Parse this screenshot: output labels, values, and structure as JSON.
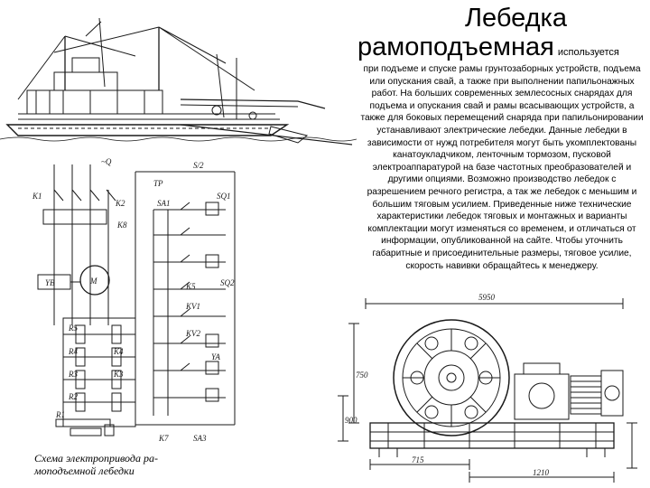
{
  "title": {
    "line1": "Лебедка",
    "line2": "рамоподъемная",
    "note": "используется"
  },
  "body": {
    "paragraph": "при подъеме и спуске рамы грунтозаборных устройств, подъема или опускания свай, а также при выполнении папильонажных работ. На больших современных землесосных снарядах для подъема и опускания свай и рамы всасывающих устройств, а также для боковых перемещений снаряда при папильонировании устанавливают электрические лебедки. Данные лебедки в зависимости от нужд потребителя могут быть укомплектованы канатоукладчиком, ленточным тормозом, пусковой электроаппаратурой на базе частотных преобразователей и другими опциями. Возможно производство лебедок с разрешением речного регистра, а так же лебедок с меньшим и большим тяговым усилием. Приведенные ниже технические характеристики лебедок тяговых и монтажных и варианты комплектации могут изменяться со временем, и отличаться от информации, опубликованной на сайте. Чтобы уточнить габаритные и присоединительные размеры, тяговое усилие, скорость навивки обращайтесь к менеджеру."
  },
  "caption": {
    "line1": "Схема электропривода ра-",
    "line2": "моподъемной лебедки"
  },
  "schematic_labels": {
    "q": "~Q",
    "k1": "K1",
    "k2": "K2",
    "k3": "K3",
    "k4": "K4",
    "k5": "K5",
    "kt": "K7",
    "k8": "K8",
    "tp": "TP",
    "yb": "YB",
    "m": "M",
    "r5": "R5",
    "r4": "R4",
    "r3": "R3",
    "r2": "R2",
    "r1": "R1",
    "sa1": "SA1",
    "sq1": "SQ1",
    "sq2": "SQ2",
    "sa3": "SA3",
    "ya": "YA",
    "kv1": "KV1",
    "kv2": "KV2",
    "s12": "S/2"
  },
  "drawing_labels": {
    "dim_top": "5950",
    "dim_left": "750",
    "dim_left2": "900",
    "dim_bottom1": "715",
    "dim_bottom2": "1210"
  }
}
